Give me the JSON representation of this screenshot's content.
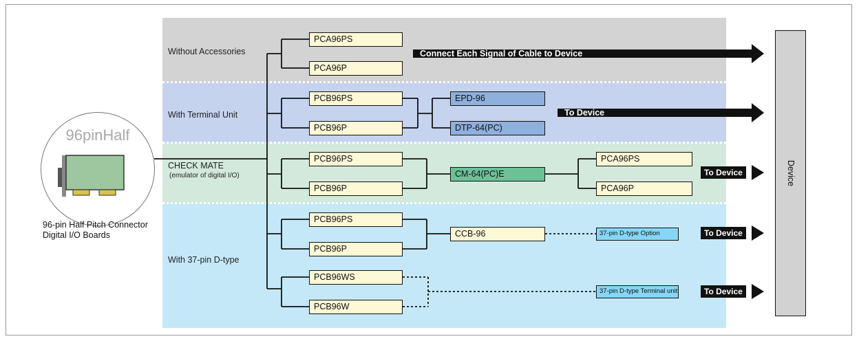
{
  "board": {
    "logo_text": "96pinHalf",
    "caption_line1": "96-pin Half Pitch Connector",
    "caption_line2": "Digital I/O Boards"
  },
  "bands": [
    {
      "label": "Without Accessories",
      "color": "#d3d3d3"
    },
    {
      "label": "With Terminal Unit",
      "color": "#c5d3ef"
    },
    {
      "label_line1": "CHECK MATE",
      "label_line2": "(emulator of digital I/O)",
      "color": "#d3e9dc"
    },
    {
      "label": "With 37-pin D-type",
      "color": "#c4e8f8"
    }
  ],
  "cables": {
    "pca96ps": "PCA96PS",
    "pca96p": "PCA96P",
    "pcb96ps_1": "PCB96PS",
    "pcb96p_1": "PCB96P",
    "pcb96ps_2": "PCB96PS",
    "pcb96p_2": "PCB96P",
    "pcb96ps_3": "PCB96PS",
    "pcb96p_3": "PCB96P",
    "pcb96ws": "PCB96WS",
    "pcb96w": "PCB96W"
  },
  "accessories": {
    "epd96": "EPD-96",
    "dtp64": "DTP-64(PC)",
    "cm64": "CM-64(PC)E",
    "cm_pca96ps": "PCA96PS",
    "cm_pca96p": "PCA96P",
    "ccb96": "CCB-96",
    "opt37": "37-pin D-type Option",
    "term37": "37-pin D-type Terminal unit"
  },
  "arrows": {
    "connect_each": "Connect Each Signal of Cable to Device",
    "to_device_1": "To Device",
    "to_device_2": "To Device",
    "to_device_3": "To Device",
    "to_device_4": "To Device"
  },
  "device_label": "Device",
  "colors": {
    "cable_box": "#fdf8d6",
    "terminal_box": "#8fb0dc",
    "checkmate_box": "#6cc197",
    "option_box": "#86d6f5",
    "arrow": "#111111"
  }
}
